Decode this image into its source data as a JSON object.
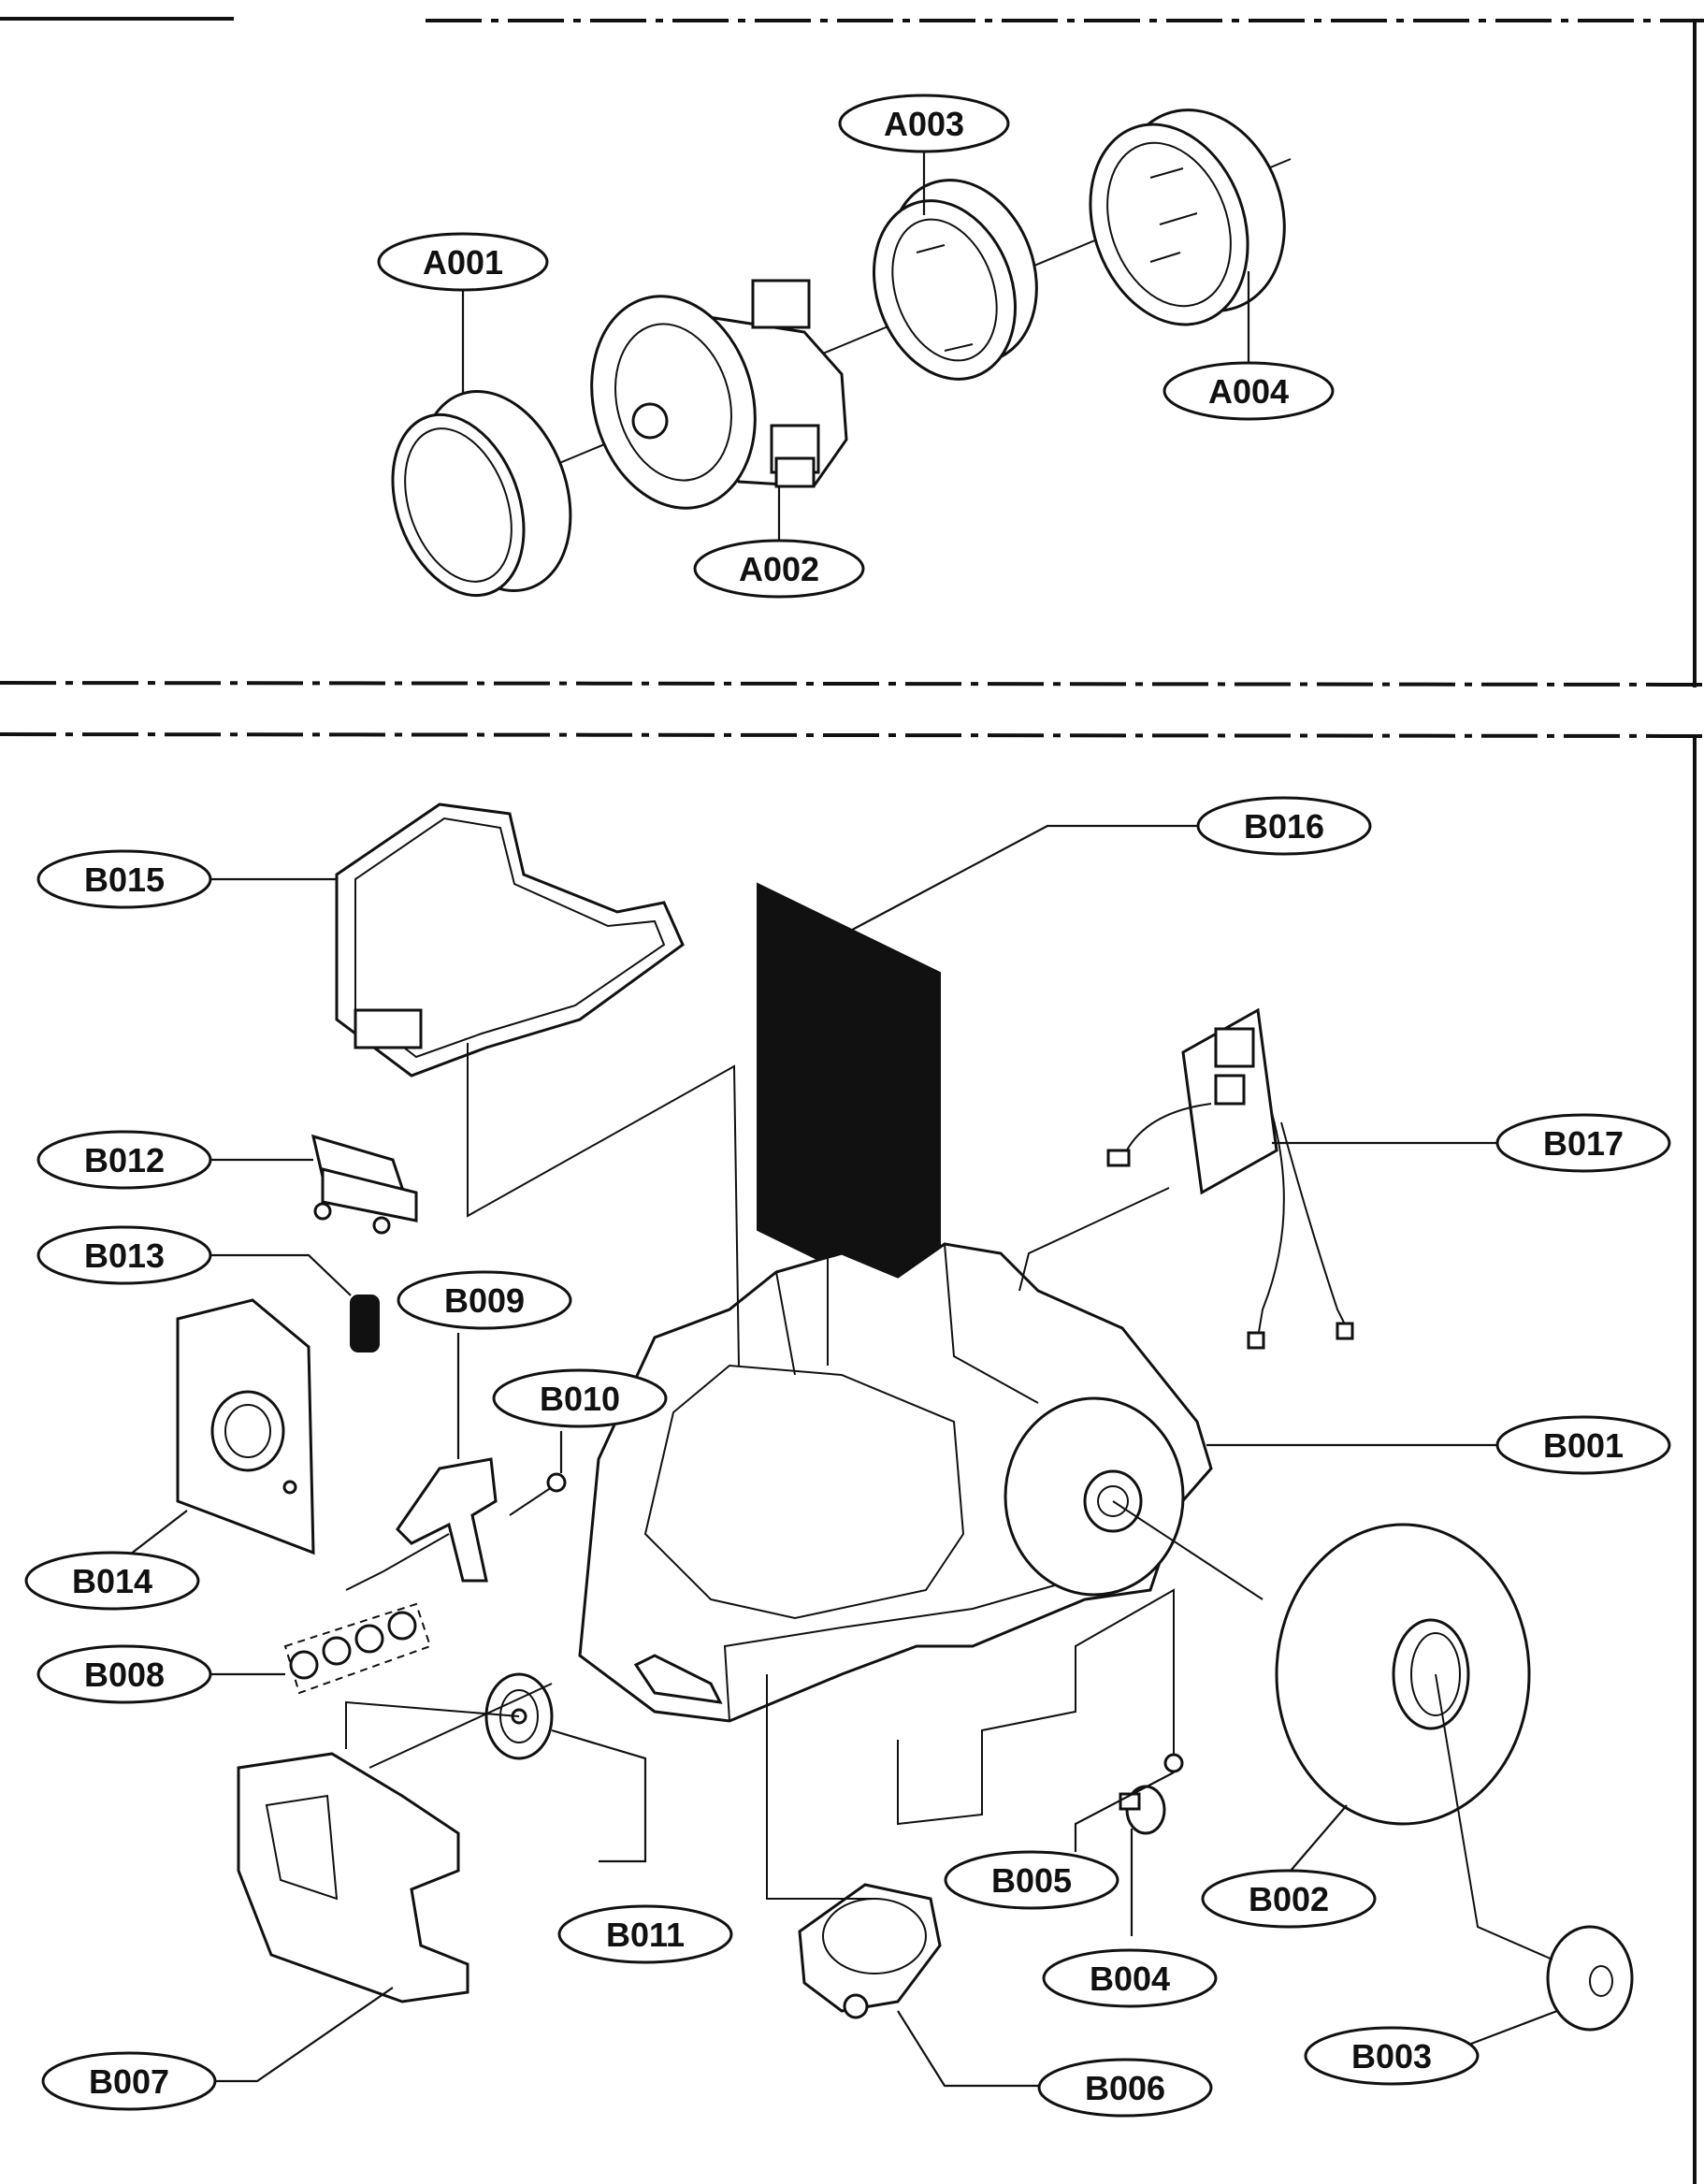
{
  "callouts": [
    {
      "id": "A001",
      "label": "A001"
    },
    {
      "id": "A002",
      "label": "A002"
    },
    {
      "id": "A003",
      "label": "A003"
    },
    {
      "id": "A004",
      "label": "A004"
    },
    {
      "id": "B001",
      "label": "B001"
    },
    {
      "id": "B002",
      "label": "B002"
    },
    {
      "id": "B003",
      "label": "B003"
    },
    {
      "id": "B004",
      "label": "B004"
    },
    {
      "id": "B005",
      "label": "B005"
    },
    {
      "id": "B006",
      "label": "B006"
    },
    {
      "id": "B007",
      "label": "B007"
    },
    {
      "id": "B008",
      "label": "B008"
    },
    {
      "id": "B009",
      "label": "B009"
    },
    {
      "id": "B010",
      "label": "B010"
    },
    {
      "id": "B011",
      "label": "B011"
    },
    {
      "id": "B012",
      "label": "B012"
    },
    {
      "id": "B013",
      "label": "B013"
    },
    {
      "id": "B014",
      "label": "B014"
    },
    {
      "id": "B015",
      "label": "B015"
    },
    {
      "id": "B016",
      "label": "B016"
    },
    {
      "id": "B017",
      "label": "B017"
    }
  ]
}
